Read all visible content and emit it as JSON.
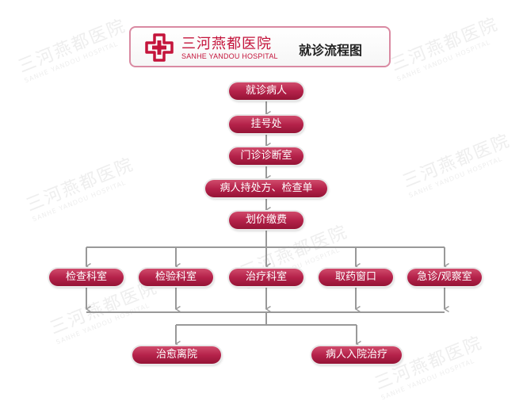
{
  "header": {
    "hospital_name": "三河燕都医院",
    "hospital_name_en": "SANHE YANDOU HOSPITAL",
    "flow_title": "就诊流程图",
    "logo_icon": "red-cross-hospital-logo",
    "brand_color": "#c4143b"
  },
  "watermark": {
    "text": "三河燕都医院",
    "text_en": "SANHE YANDOU HOSPITAL"
  },
  "main_flow": [
    "就诊病人",
    "挂号处",
    "门诊诊断室",
    "病人持处方、检查单",
    "划价缴费"
  ],
  "departments": [
    "检查科室",
    "检验科室",
    "治疗科室",
    "取药窗口",
    "急诊/观察室"
  ],
  "outcomes": [
    "治愈离院",
    "病人入院治疗"
  ],
  "colors": {
    "node": "#b5224a",
    "connector": "#999999"
  }
}
